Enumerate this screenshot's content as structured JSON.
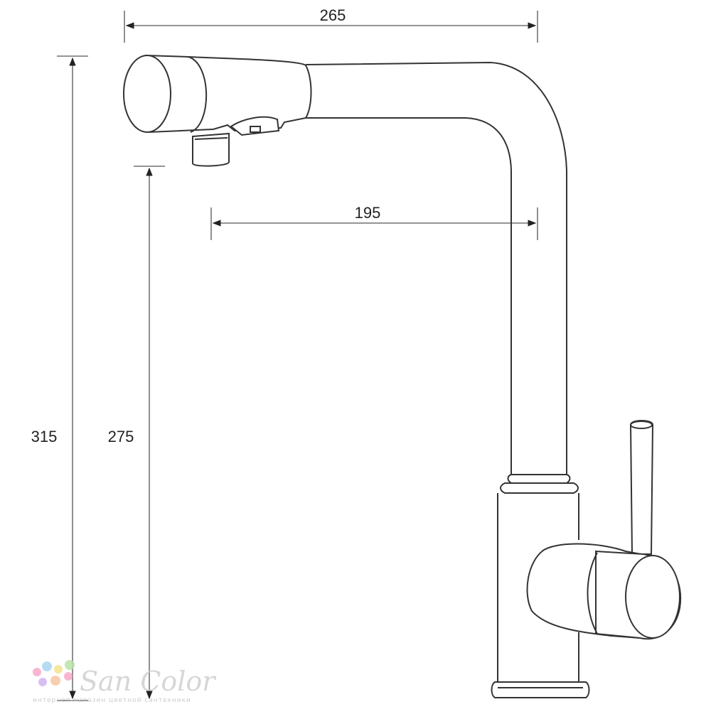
{
  "dimensions": {
    "overall_width": "265",
    "spout_reach": "195",
    "overall_height": "315",
    "spout_height": "275"
  },
  "watermark": {
    "brand": "San Color",
    "tagline": "интернет-магазин цветной сантехники",
    "dot_colors": [
      "#f7a8c8",
      "#a8d8f0",
      "#f4e38a",
      "#b9e3a8",
      "#d2b4f0",
      "#f7c7a0"
    ]
  }
}
